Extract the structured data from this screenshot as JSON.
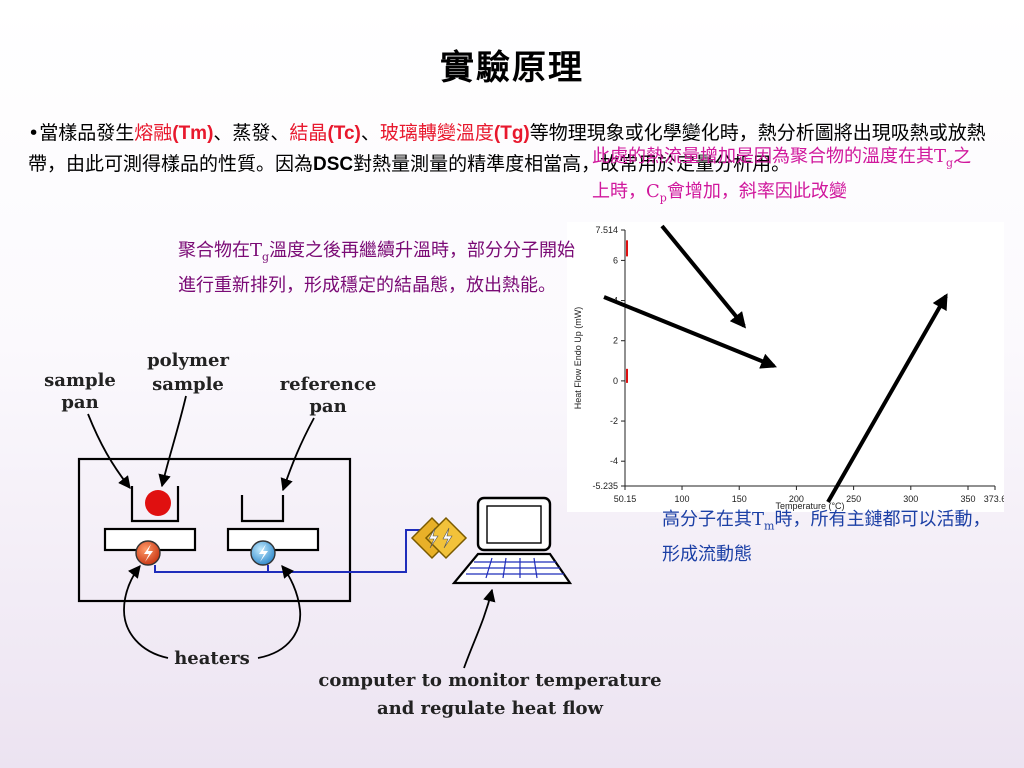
{
  "title": "實驗原理",
  "bullet": {
    "marker": "•",
    "p1": "當樣品發生",
    "melting": "熔融",
    "melting_abbr": "(Tm)",
    "p2": "、蒸發、",
    "crystallization": "結晶",
    "crystallization_abbr": "(Tc)",
    "p3": "、",
    "glass_transition": "玻璃轉變溫度",
    "glass_transition_abbr": "(Tg)",
    "p4": "等物理現象或化學變化時，熱分析圖將出現吸熱或放熱帶，由此可測得樣品的性質。因為",
    "dsc": "DSC",
    "p5": "對熱量測量的精準度相當高，故常用於定量分析用。"
  },
  "notes": {
    "tg": {
      "a": "聚合物在T",
      "sub": "g",
      "b": "溫度之後再繼續升溫時，部分分子開始進行重新排列，形成穩定的結晶態，放出熱能。"
    },
    "cp": {
      "a": "此處的熱流量增加是因為聚合物的溫度在其T",
      "sub1": "g",
      "b": "之上時，C",
      "sub2": "p",
      "c": "會增加，斜率因此改變"
    },
    "tm": {
      "a": "高分子在其T",
      "sub": "m",
      "b": "時，所有主鏈都可以活動，形成流動態"
    }
  },
  "diagram": {
    "labels": {
      "sample_pan": [
        "sample",
        "pan"
      ],
      "polymer_sample": [
        "polymer",
        "sample"
      ],
      "reference_pan": [
        "reference",
        "pan"
      ],
      "heaters": "heaters",
      "computer": [
        "computer to monitor temperature",
        "and regulate heat flow"
      ]
    },
    "colors": {
      "sample": "#e01010",
      "sample_heater": "#d94a1c",
      "reference_heater": "#46a7e2",
      "wire": "#1f2dbb",
      "connector": "#e8b028"
    }
  },
  "chart_data": {
    "type": "line",
    "xlabel": "Temperature (°C)",
    "ylabel": "Heat Flow Endo Up (mW)",
    "xlim": [
      50.15,
      373.6
    ],
    "ylim": [
      -5.235,
      7.514
    ],
    "x_ticks": [
      "50.15",
      "100",
      "150",
      "200",
      "250",
      "300",
      "350",
      "373.6"
    ],
    "y_ticks": [
      "7.514",
      "6",
      "4",
      "2",
      "0",
      "-2",
      "-4",
      "-5.235"
    ],
    "series": []
  }
}
